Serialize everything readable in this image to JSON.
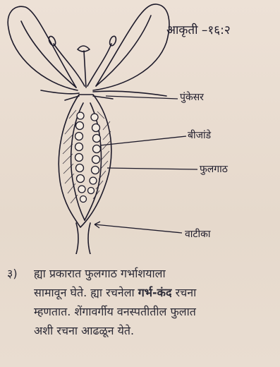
{
  "figure": {
    "label": "आकृती –१६:२",
    "callouts": {
      "stamen": "पुंकेसर",
      "seed": "बीजांडे",
      "ovary": "फुलगाठ",
      "style": "वाटीका"
    }
  },
  "question": {
    "number": "३)",
    "line1": "ह्या प्रकारात फुलगाठ गर्भाशयाला",
    "line2_pre": "सामावून घेते. ह्या रचनेला",
    "line2_bold": "गर्भ-कंद",
    "line2_post": "रचना",
    "line3": "म्हणतात. शेंगावर्गीय वनस्पतीतील फुलात",
    "line4": "अशी रचना आढळून येते."
  },
  "colors": {
    "ink": "#1d1a2a",
    "paper": "#e8dcd0",
    "text": "#2b2a36"
  }
}
